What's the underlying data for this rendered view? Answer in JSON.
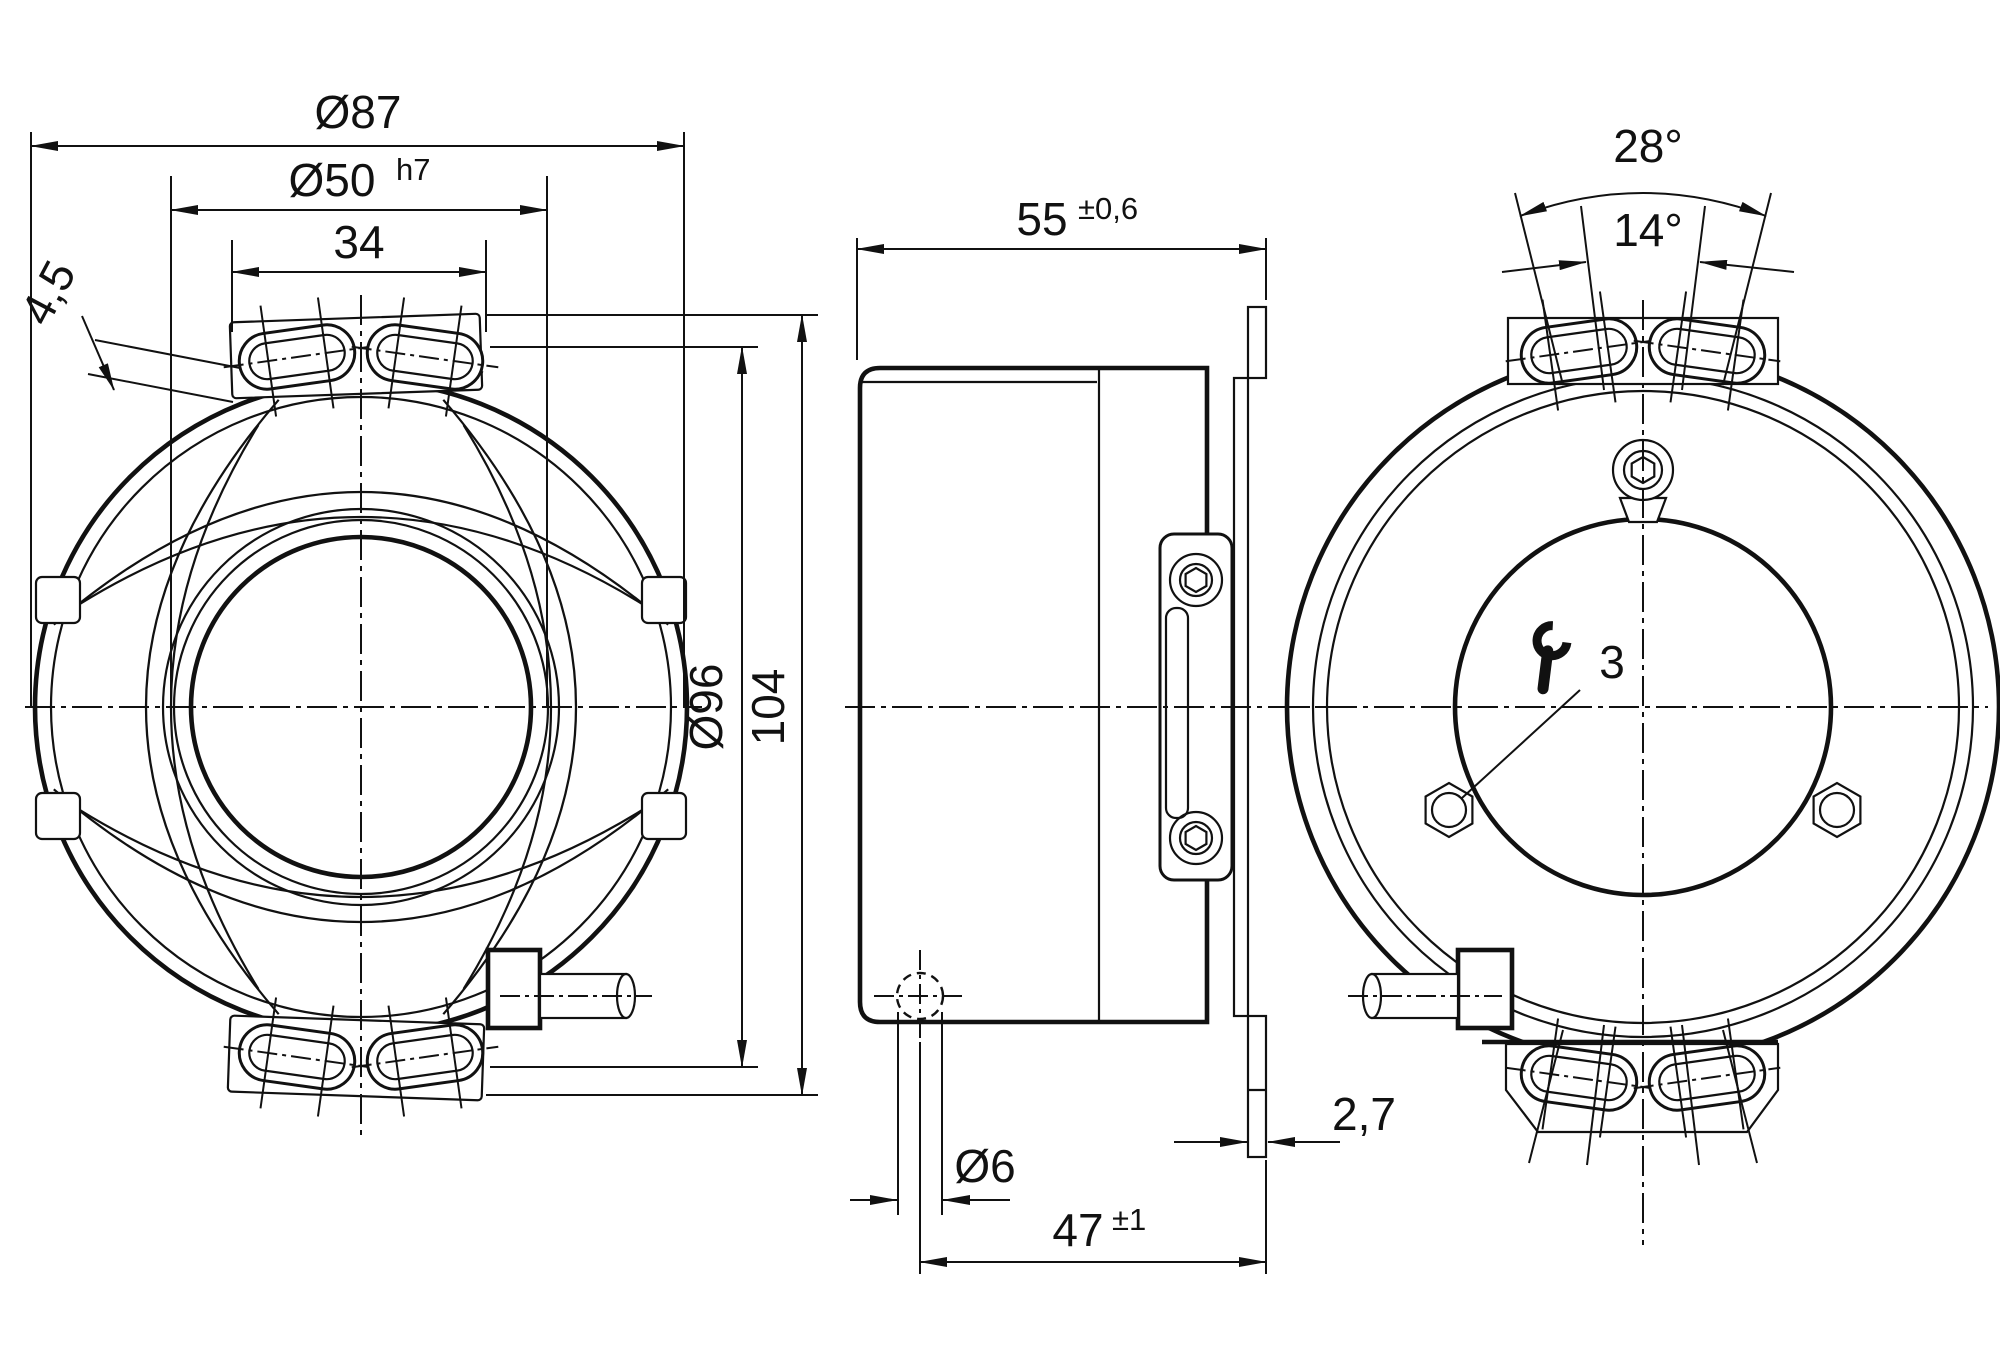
{
  "drawing": {
    "type": "technical-dimension-drawing",
    "background": "#ffffff",
    "line_color": "#111111",
    "views": {
      "front": {
        "dims": {
          "outer_dia": "Ø87",
          "pilot_dia": "Ø50",
          "pilot_tol": "h7",
          "slot_spacing": "34",
          "slot_width": "4,5",
          "spring_dia": "Ø96",
          "overall_height": "104"
        }
      },
      "side": {
        "dims": {
          "depth": "55",
          "depth_tol": "±0,6",
          "hole_dia": "Ø6",
          "hole_distance": "47",
          "hole_distance_tol": "±1",
          "plate_thickness": "2,7"
        }
      },
      "rear": {
        "dims": {
          "angle_outer": "28°",
          "angle_inner": "14°",
          "wrench_size": "3"
        }
      }
    }
  }
}
